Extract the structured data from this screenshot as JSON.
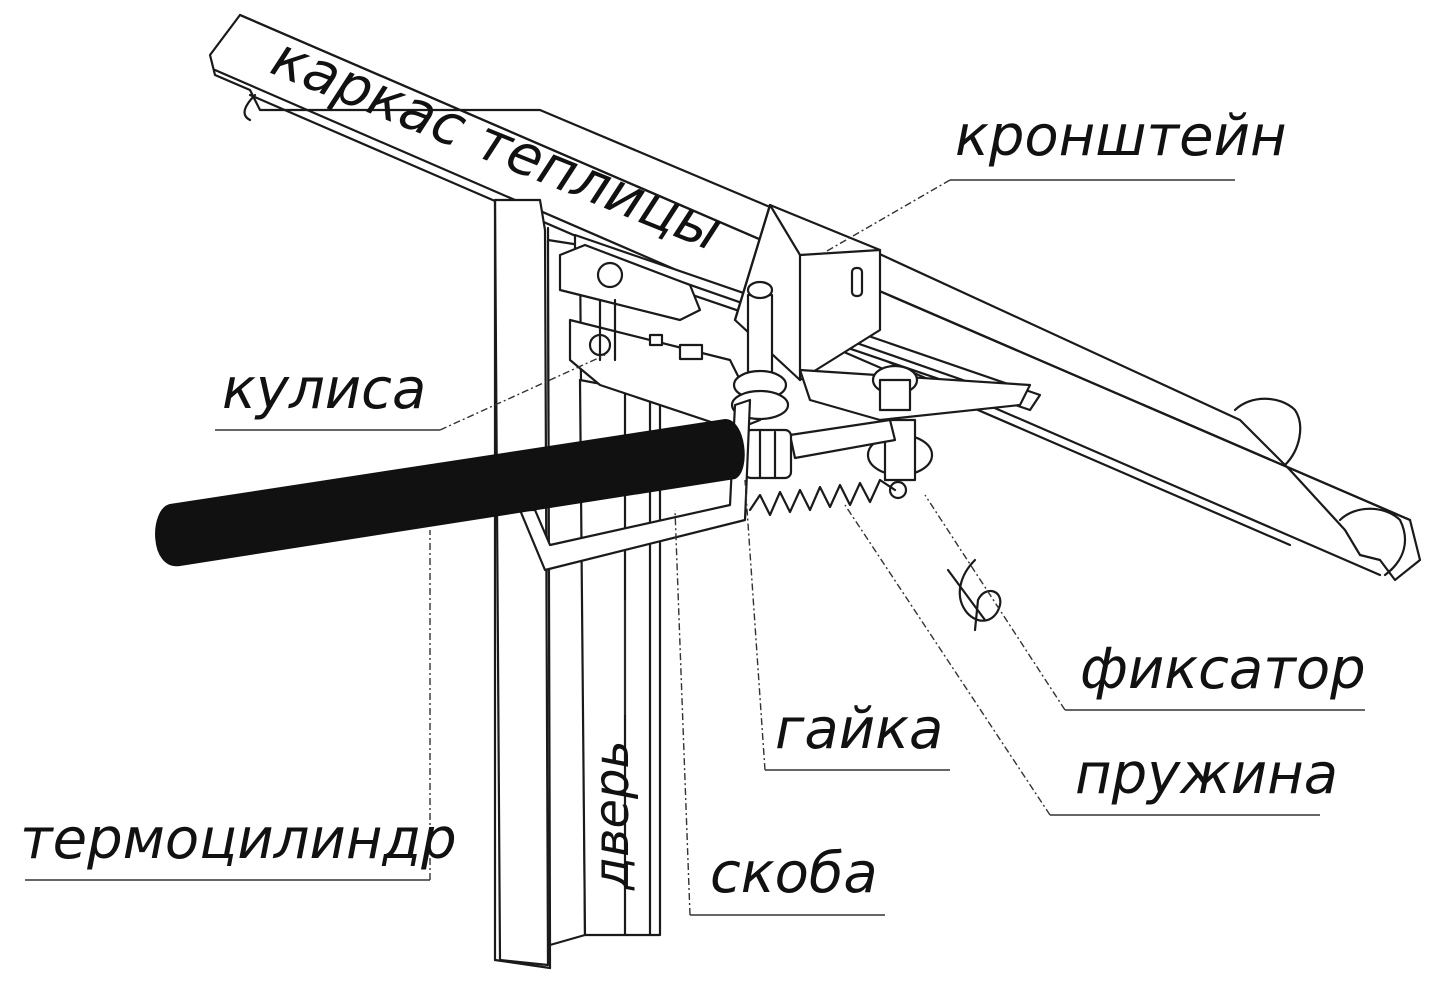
{
  "labels": {
    "frame": "каркас теплицы",
    "bracket": "кронштейн",
    "slot_link": "кулиса",
    "thermocylinder": "термоцилиндр",
    "door": "дверь",
    "nut": "гайка",
    "clamp": "скоба",
    "retainer": "фиксатор",
    "spring": "пружина"
  },
  "colors": {
    "ink": "#1a1a1a",
    "cylinder": "#111111",
    "paper": "#ffffff"
  }
}
